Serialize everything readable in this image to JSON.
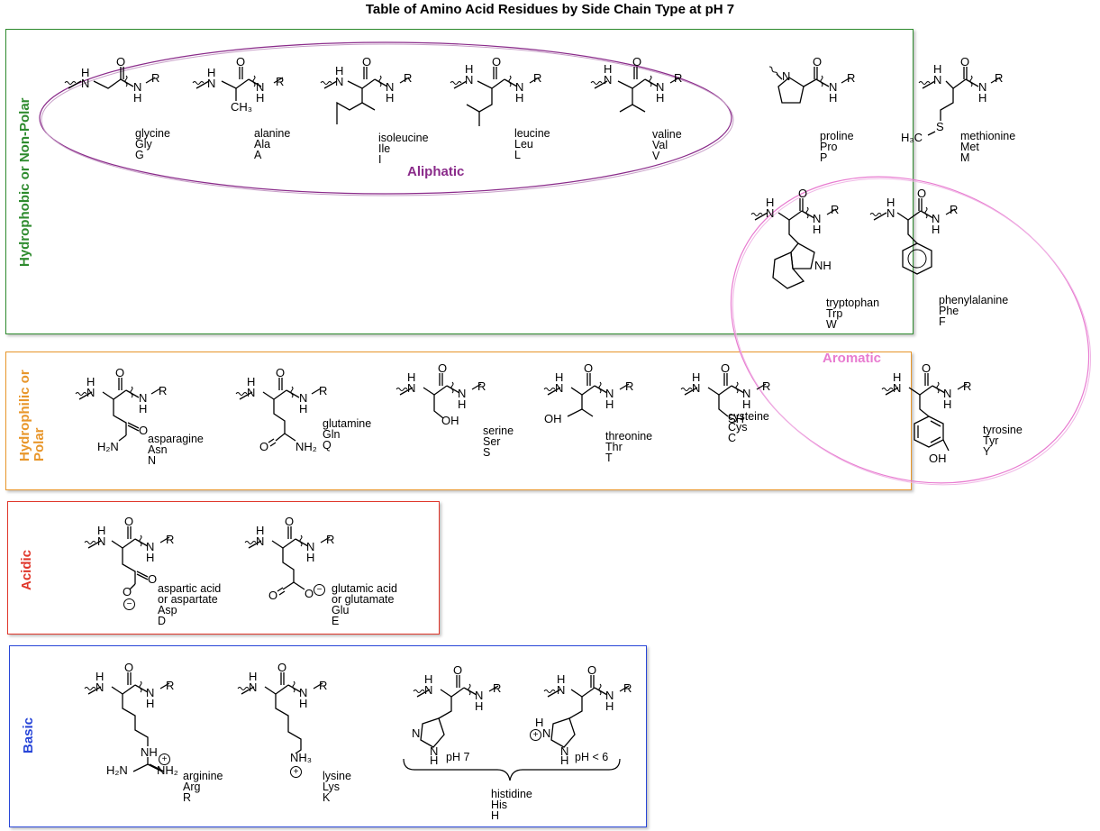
{
  "title": "Table of Amino Acid Residues by Side Chain Type at pH 7",
  "colors": {
    "hydrophobic": "#2e8b2e",
    "polar": "#e8962a",
    "acidic": "#e0362a",
    "basic": "#2846d8",
    "aliphatic": "#8a2b8a",
    "aromatic": "#e87bd0"
  },
  "groups": {
    "hydrophobic": "Hydrophobic or Non-Polar",
    "polar_line1": "Hydrophilic or",
    "polar_line2": "Polar",
    "acidic": "Acidic",
    "basic": "Basic"
  },
  "overlays": {
    "aliphatic": "Aliphatic",
    "aromatic": "Aromatic"
  },
  "atoms": {
    "H": "H",
    "N": "N",
    "O": "O",
    "R": "R",
    "NH": "NH",
    "OH": "OH",
    "SH": "SH",
    "S": "S",
    "CH3": "CH₃",
    "H3C": "H₃C",
    "H2N": "H₂N",
    "NH2": "NH₂",
    "NH3": "NH₃",
    "minus": "−",
    "plus": "+"
  },
  "residues": {
    "gly": {
      "name": "glycine",
      "code3": "Gly",
      "code1": "G"
    },
    "ala": {
      "name": "alanine",
      "code3": "Ala",
      "code1": "A"
    },
    "ile": {
      "name": "isoleucine",
      "code3": "Ile",
      "code1": "I"
    },
    "leu": {
      "name": "leucine",
      "code3": "Leu",
      "code1": "L"
    },
    "val": {
      "name": "valine",
      "code3": "Val",
      "code1": "V"
    },
    "pro": {
      "name": "proline",
      "code3": "Pro",
      "code1": "P"
    },
    "met": {
      "name": "methionine",
      "code3": "Met",
      "code1": "M"
    },
    "trp": {
      "name": "tryptophan",
      "code3": "Trp",
      "code1": "W"
    },
    "phe": {
      "name": "phenylalanine",
      "code3": "Phe",
      "code1": "F"
    },
    "asn": {
      "name": "asparagine",
      "code3": "Asn",
      "code1": "N"
    },
    "gln": {
      "name": "glutamine",
      "code3": "Gln",
      "code1": "Q"
    },
    "ser": {
      "name": "serine",
      "code3": "Ser",
      "code1": "S"
    },
    "thr": {
      "name": "threonine",
      "code3": "Thr",
      "code1": "T"
    },
    "cys": {
      "name": "cysteine",
      "code3": "Cys",
      "code1": "C"
    },
    "tyr": {
      "name": "tyrosine",
      "code3": "Tyr",
      "code1": "Y"
    },
    "asp": {
      "name": "aspartic acid",
      "name2": "or aspartate",
      "code3": "Asp",
      "code1": "D"
    },
    "glu": {
      "name": "glutamic acid",
      "name2": "or glutamate",
      "code3": "Glu",
      "code1": "E"
    },
    "arg": {
      "name": "arginine",
      "code3": "Arg",
      "code1": "R"
    },
    "lys": {
      "name": "lysine",
      "code3": "Lys",
      "code1": "K"
    },
    "his": {
      "name": "histidine",
      "code3": "His",
      "code1": "H",
      "ph_neutral": "pH 7",
      "ph_acidic": "pH < 6"
    }
  }
}
